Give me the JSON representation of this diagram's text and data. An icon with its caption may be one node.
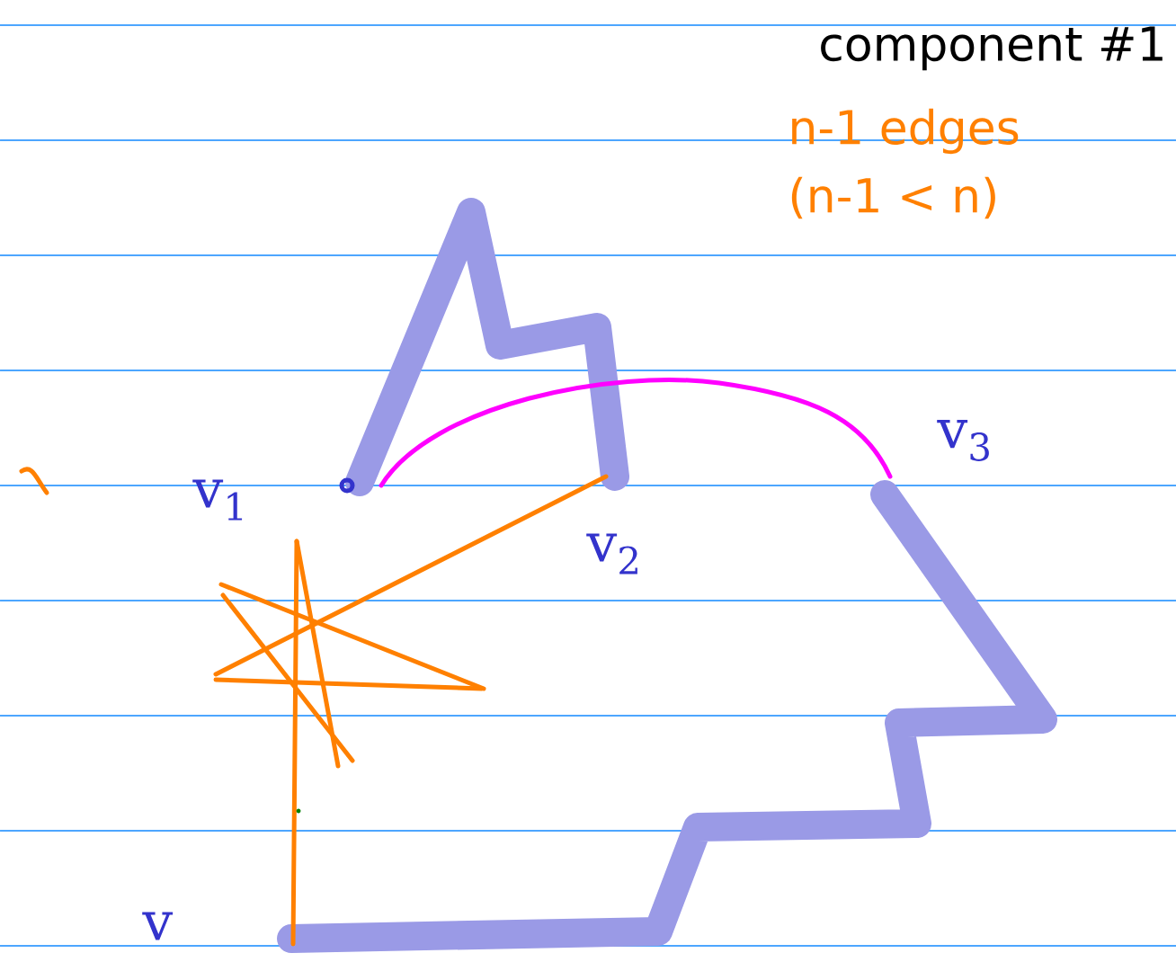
{
  "diagram": {
    "labels": [
      "component #1",
      "n-1 edges",
      "(n-1 < n)",
      "v$_{3}$",
      "v$_{1}$",
      "v$_{2}$",
      "v"
    ]
  }
}
